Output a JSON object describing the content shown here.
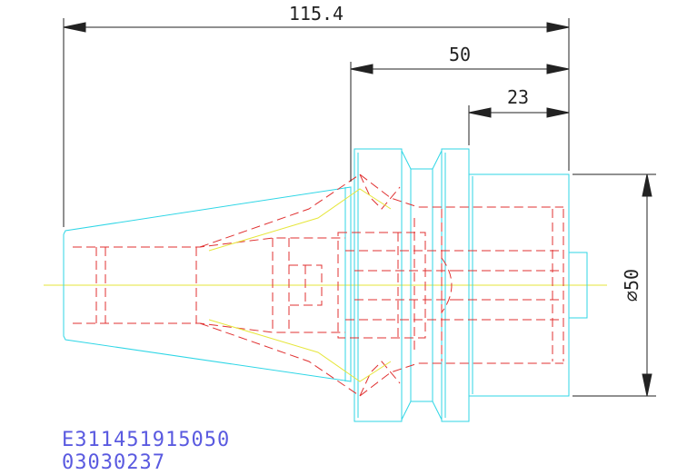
{
  "dimensions": {
    "overall_length": "115.4",
    "body_length": "50",
    "flange_length": "23",
    "diameter": "⌀50"
  },
  "part": {
    "code": "E311451915050",
    "number": "03030237"
  },
  "colors": {
    "outline": "#2fd6e6",
    "hidden": "#e03030",
    "center": "#e6e63a",
    "dimension": "#222222",
    "text": "#5a5ae0"
  }
}
